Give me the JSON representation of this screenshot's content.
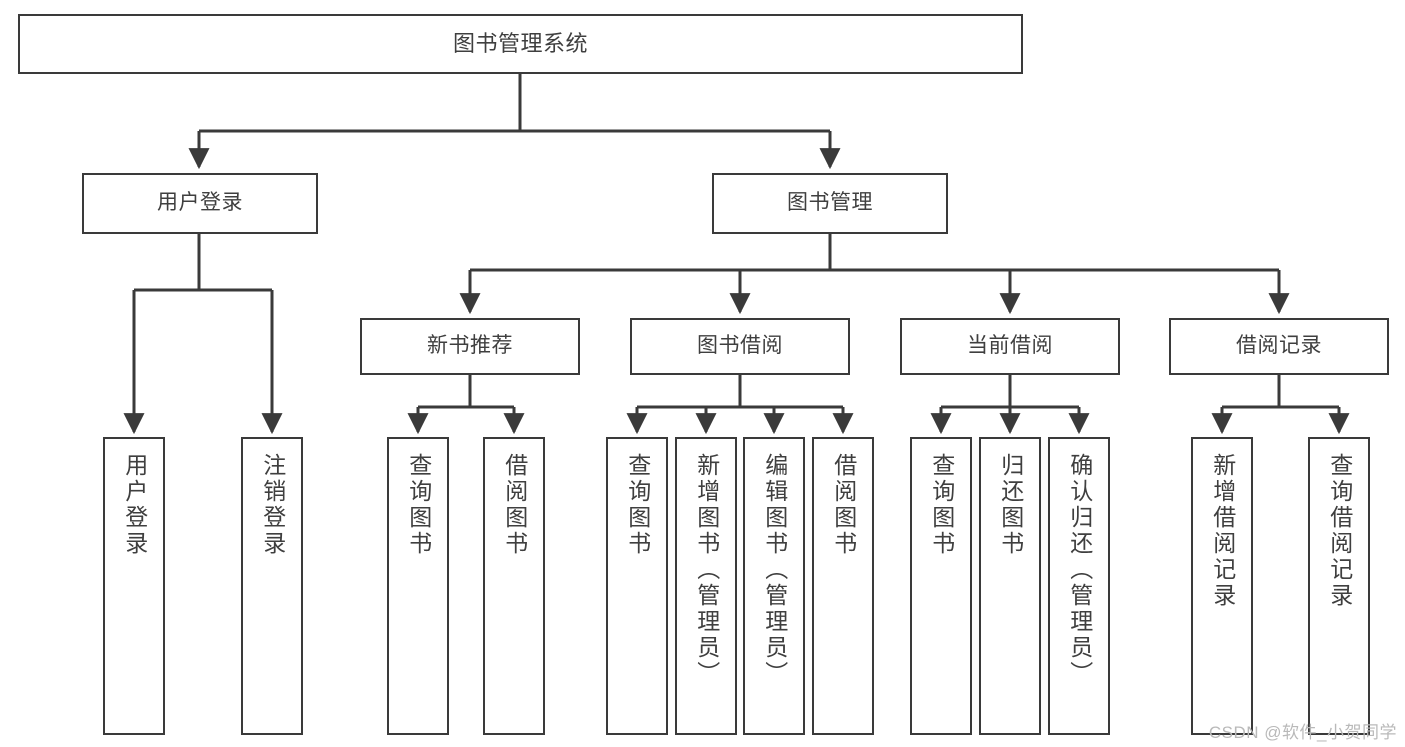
{
  "diagram": {
    "title": "图书管理系统",
    "type": "tree",
    "watermark": "CSDN @软件_小贺同学",
    "colors": {
      "background": "#ffffff",
      "box_border": "#3a3a3a",
      "box_fill": "#ffffff",
      "text": "#3f3f3f",
      "connector": "#3a3a3a",
      "watermark": "#b9b9b9"
    },
    "root": {
      "label": "图书管理系统"
    },
    "level1": [
      {
        "label": "用户登录"
      },
      {
        "label": "图书管理"
      }
    ],
    "level2": [
      {
        "label": "新书推荐"
      },
      {
        "label": "图书借阅"
      },
      {
        "label": "当前借阅"
      },
      {
        "label": "借阅记录"
      }
    ],
    "leaves": {
      "user_login": [
        {
          "label": "用户登录"
        },
        {
          "label": "注销登录"
        }
      ],
      "new_book_recommend": [
        {
          "label": "查询图书"
        },
        {
          "label": "借阅图书"
        }
      ],
      "book_borrow": [
        {
          "label": "查询图书"
        },
        {
          "label": "新增图书（管理员）"
        },
        {
          "label": "编辑图书（管理员）"
        },
        {
          "label": "借阅图书"
        }
      ],
      "current_borrow": [
        {
          "label": "查询图书"
        },
        {
          "label": "归还图书"
        },
        {
          "label": "确认归还（管理员）"
        }
      ],
      "borrow_record": [
        {
          "label": "新增借阅记录"
        },
        {
          "label": "查询借阅记录"
        }
      ]
    }
  }
}
